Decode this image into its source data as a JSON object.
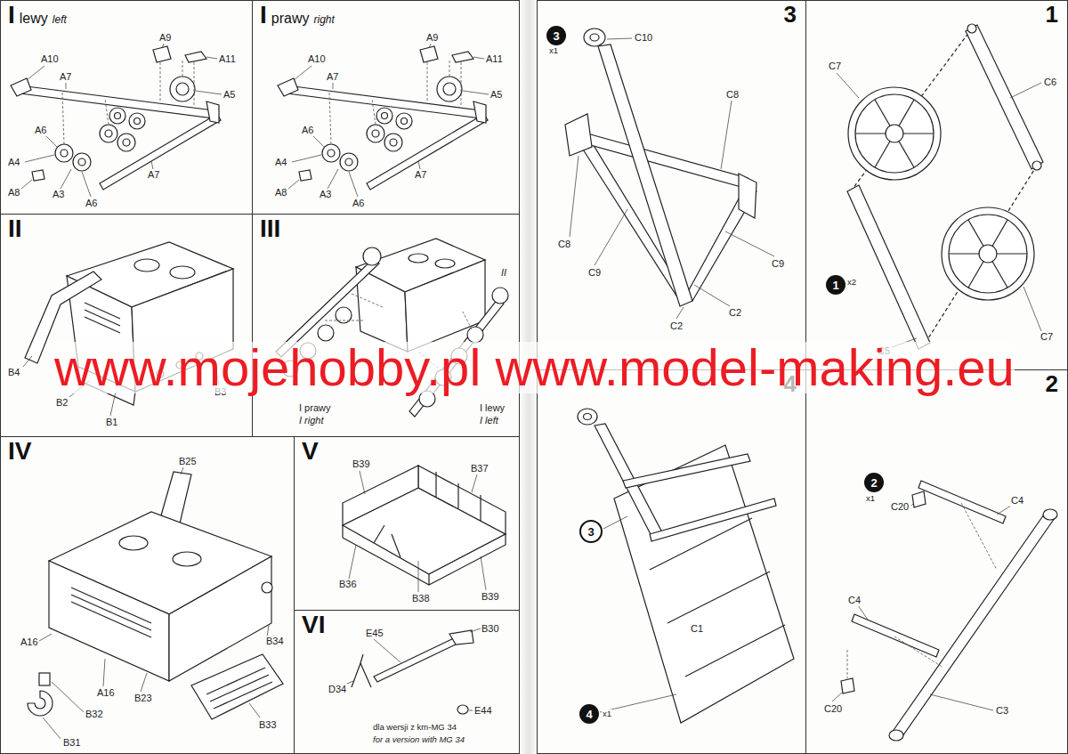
{
  "diagram": {
    "nodes": [
      {
        "text": [
          "I",
          "lewy",
          "left"
        ]
      },
      {
        "text": [
          "I",
          "prawy",
          "right"
        ]
      },
      {
        "text": [
          "II"
        ]
      },
      {
        "text": [
          "III"
        ]
      },
      {
        "text": [
          "IV"
        ]
      },
      {
        "text": [
          "V"
        ]
      },
      {
        "text": [
          "VI"
        ]
      },
      {
        "text": [
          "3"
        ]
      },
      {
        "text": [
          "3"
        ],
        "in": 7
      },
      {
        "text": [
          "1"
        ]
      },
      {
        "text": [
          "1"
        ],
        "in": 9
      },
      {
        "text": [
          "4"
        ]
      },
      {
        "text": [
          "3"
        ],
        "in": 11
      },
      {
        "text": [
          "4"
        ],
        "in": 11
      },
      {
        "text": [
          "2"
        ]
      },
      {
        "text": [
          "2"
        ],
        "in": 14
      }
    ],
    "labels": [
      "A10",
      "A9",
      "A11",
      "A7",
      "A5",
      "A6",
      "A4",
      "A8",
      "A3",
      "A6",
      "A7",
      "A9",
      "A11",
      "A7",
      "A5",
      "A6",
      "A4",
      "A8",
      "A3",
      "A6",
      "A7",
      "A10",
      "B4",
      "B2",
      "B3",
      "B1",
      "II",
      "I prawy",
      "I right",
      "I lewy",
      "I left",
      "B25",
      "A16",
      "B34",
      "A16",
      "B23",
      "B33",
      "B32",
      "B31",
      "B39",
      "B37",
      "B36",
      "B38",
      "B39",
      "E45",
      "B30",
      "D34",
      "E44",
      "dla wersji z km-MG 34",
      "for a version with MG 34",
      "x1",
      "C10",
      "C8",
      "C8",
      "C9",
      "C2",
      "C2",
      "C9",
      "C7",
      "C6",
      "x2",
      "C5",
      "C7",
      "C1",
      "x1",
      "x1",
      "C20",
      "C4",
      "C4",
      "C20",
      "C3",
      "www.mojehobby.pl www.model-making.eu"
    ]
  }
}
